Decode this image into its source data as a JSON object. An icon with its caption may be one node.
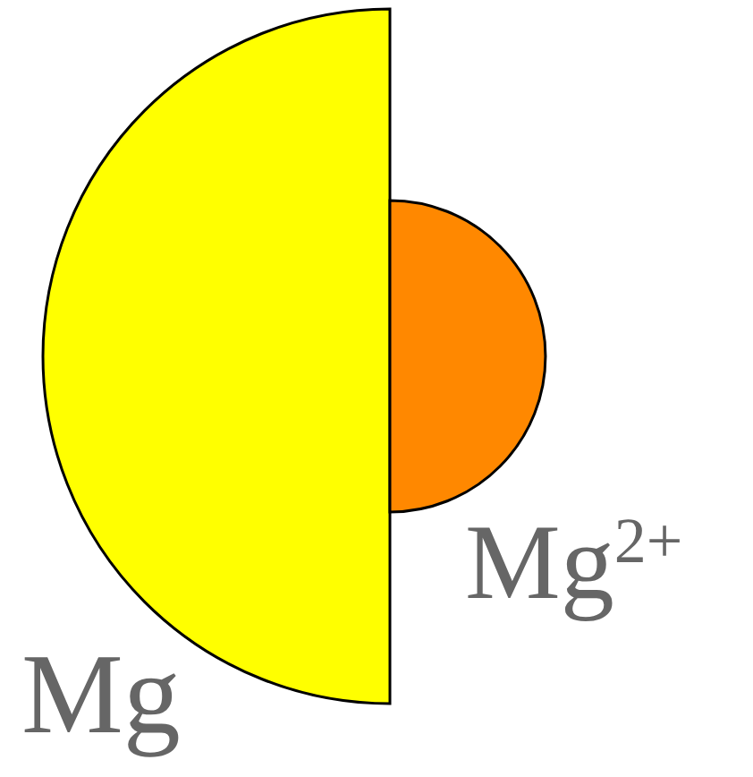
{
  "diagram": {
    "nodes": [
      {
        "text": [],
        "shape": "semicircle",
        "beside": [
          "Mg"
        ]
      },
      {
        "text": [],
        "shape": "semicircle",
        "beside": [
          "Mg$^{2+}$"
        ]
      }
    ]
  }
}
